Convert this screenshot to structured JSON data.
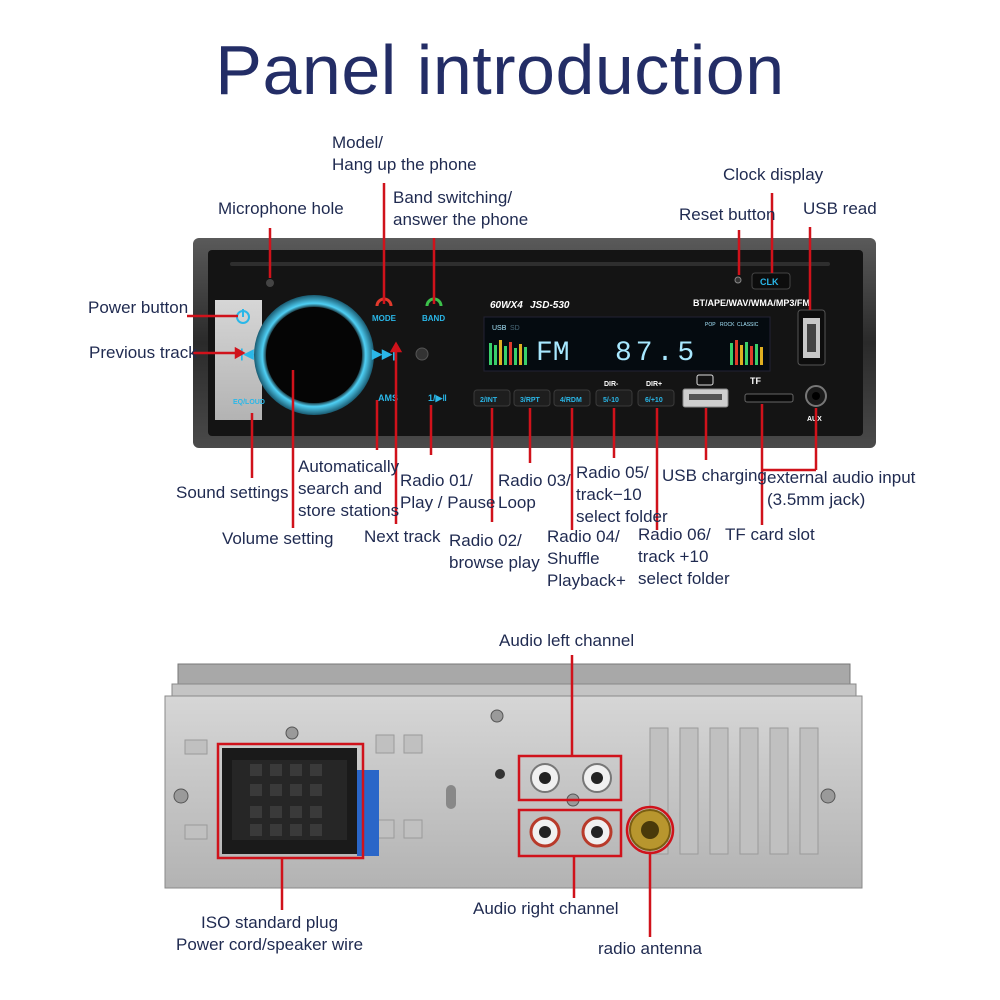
{
  "title": "Panel introduction",
  "device": {
    "power_label": "60WX4",
    "model_label": "JSD-530",
    "formats": "BT/APE/WAV/WMA/MP3/FM",
    "display_band": "FM",
    "display_freq": "87.5",
    "display_usb": "USB",
    "display_sd": "SD",
    "eq_modes": [
      "POP",
      "ROCK",
      "CLASSIC"
    ],
    "clk": "CLK",
    "mode": "MODE",
    "band": "BAND",
    "ams": "AMS",
    "eq_loud": "EQ/LOUD",
    "play": "1/▶‖",
    "tf": "TF",
    "aux": "AUX",
    "dir_minus": "DIR-",
    "dir_plus": "DIR+",
    "preset_buttons": [
      "2/INT",
      "3/RPT",
      "4/RDM",
      "5/-10",
      "6/+10"
    ]
  },
  "front_labels": {
    "model": [
      "Model/",
      "Hang up the phone"
    ],
    "band": [
      "Band switching/",
      "answer the phone"
    ],
    "mic": [
      "Microphone hole"
    ],
    "clock": [
      "Clock display"
    ],
    "reset": [
      "Reset button"
    ],
    "usb_read": [
      "USB read"
    ],
    "power": [
      "Power button"
    ],
    "prev": [
      "Previous track"
    ],
    "sound": [
      "Sound settings"
    ],
    "auto": [
      "Automatically",
      "search and",
      "store stations"
    ],
    "radio01": [
      "Radio 01/",
      "Play / Pause"
    ],
    "radio03": [
      "Radio 03/",
      "Loop"
    ],
    "radio05": [
      "Radio 05/",
      "track−10",
      "select folder"
    ],
    "usb_charging": [
      "USB charging"
    ],
    "ext_audio": [
      "external audio input",
      "(3.5mm jack)"
    ],
    "volume": [
      "Volume setting"
    ],
    "next": [
      "Next track"
    ],
    "radio02": [
      "Radio 02/",
      "browse play"
    ],
    "radio04": [
      "Radio 04/",
      "Shuffle",
      "Playback+"
    ],
    "radio06": [
      "Radio 06/",
      "track +10",
      "select folder"
    ],
    "tf_slot": [
      "TF card slot"
    ]
  },
  "back_labels": {
    "audio_left": [
      "Audio left channel"
    ],
    "audio_right": [
      "Audio right channel"
    ],
    "iso": [
      "ISO standard plug",
      "Power cord/speaker wire"
    ],
    "antenna": [
      "radio antenna"
    ]
  },
  "colors": {
    "title": "#232d66",
    "label": "#1f2a50",
    "callout": "#d0121b",
    "panel": "#141414",
    "accent": "#2ab7e8",
    "display": "#a8e8ff"
  }
}
